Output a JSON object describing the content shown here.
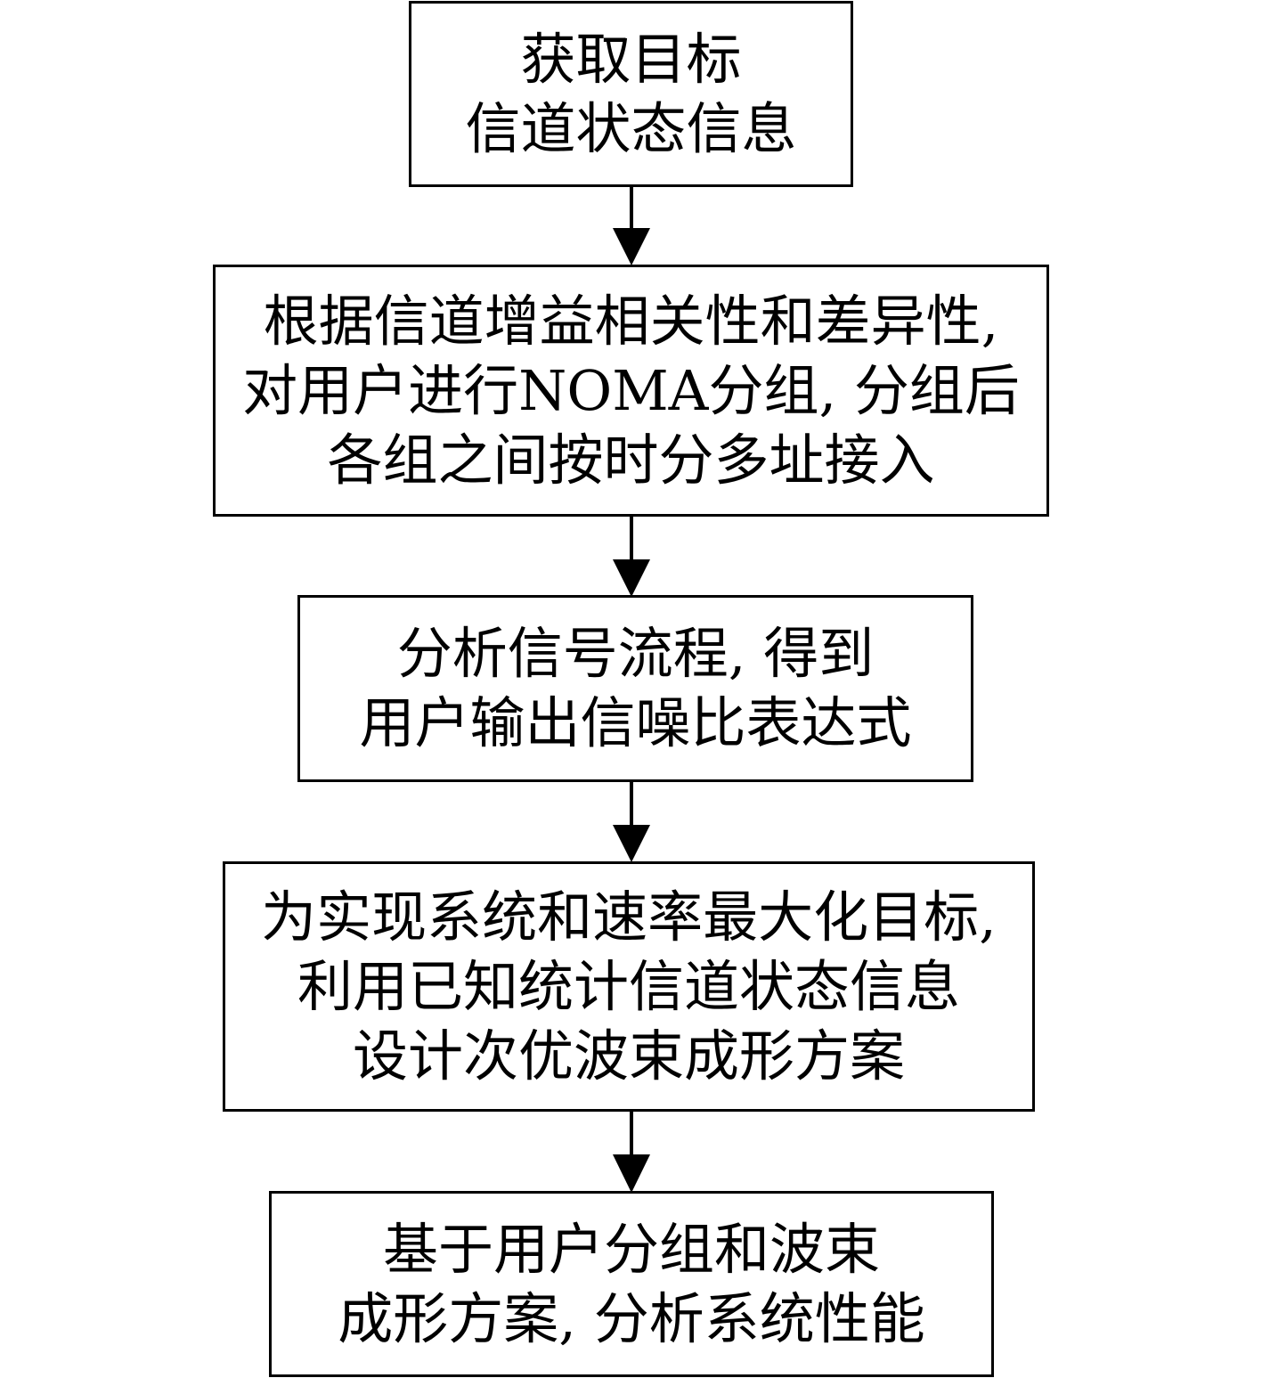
{
  "flowchart": {
    "steps": [
      {
        "lines": [
          "获取目标",
          "信道状态信息"
        ]
      },
      {
        "lines": [
          "根据信道增益相关性和差异性,",
          "对用户进行NOMA分组, 分组后",
          "各组之间按时分多址接入"
        ]
      },
      {
        "lines": [
          "分析信号流程, 得到",
          "用户输出信噪比表达式"
        ]
      },
      {
        "lines": [
          "为实现系统和速率最大化目标,",
          "利用已知统计信道状态信息",
          "设计次优波束成形方案"
        ]
      },
      {
        "lines": [
          "基于用户分组和波束",
          "成形方案, 分析系统性能"
        ]
      }
    ]
  }
}
